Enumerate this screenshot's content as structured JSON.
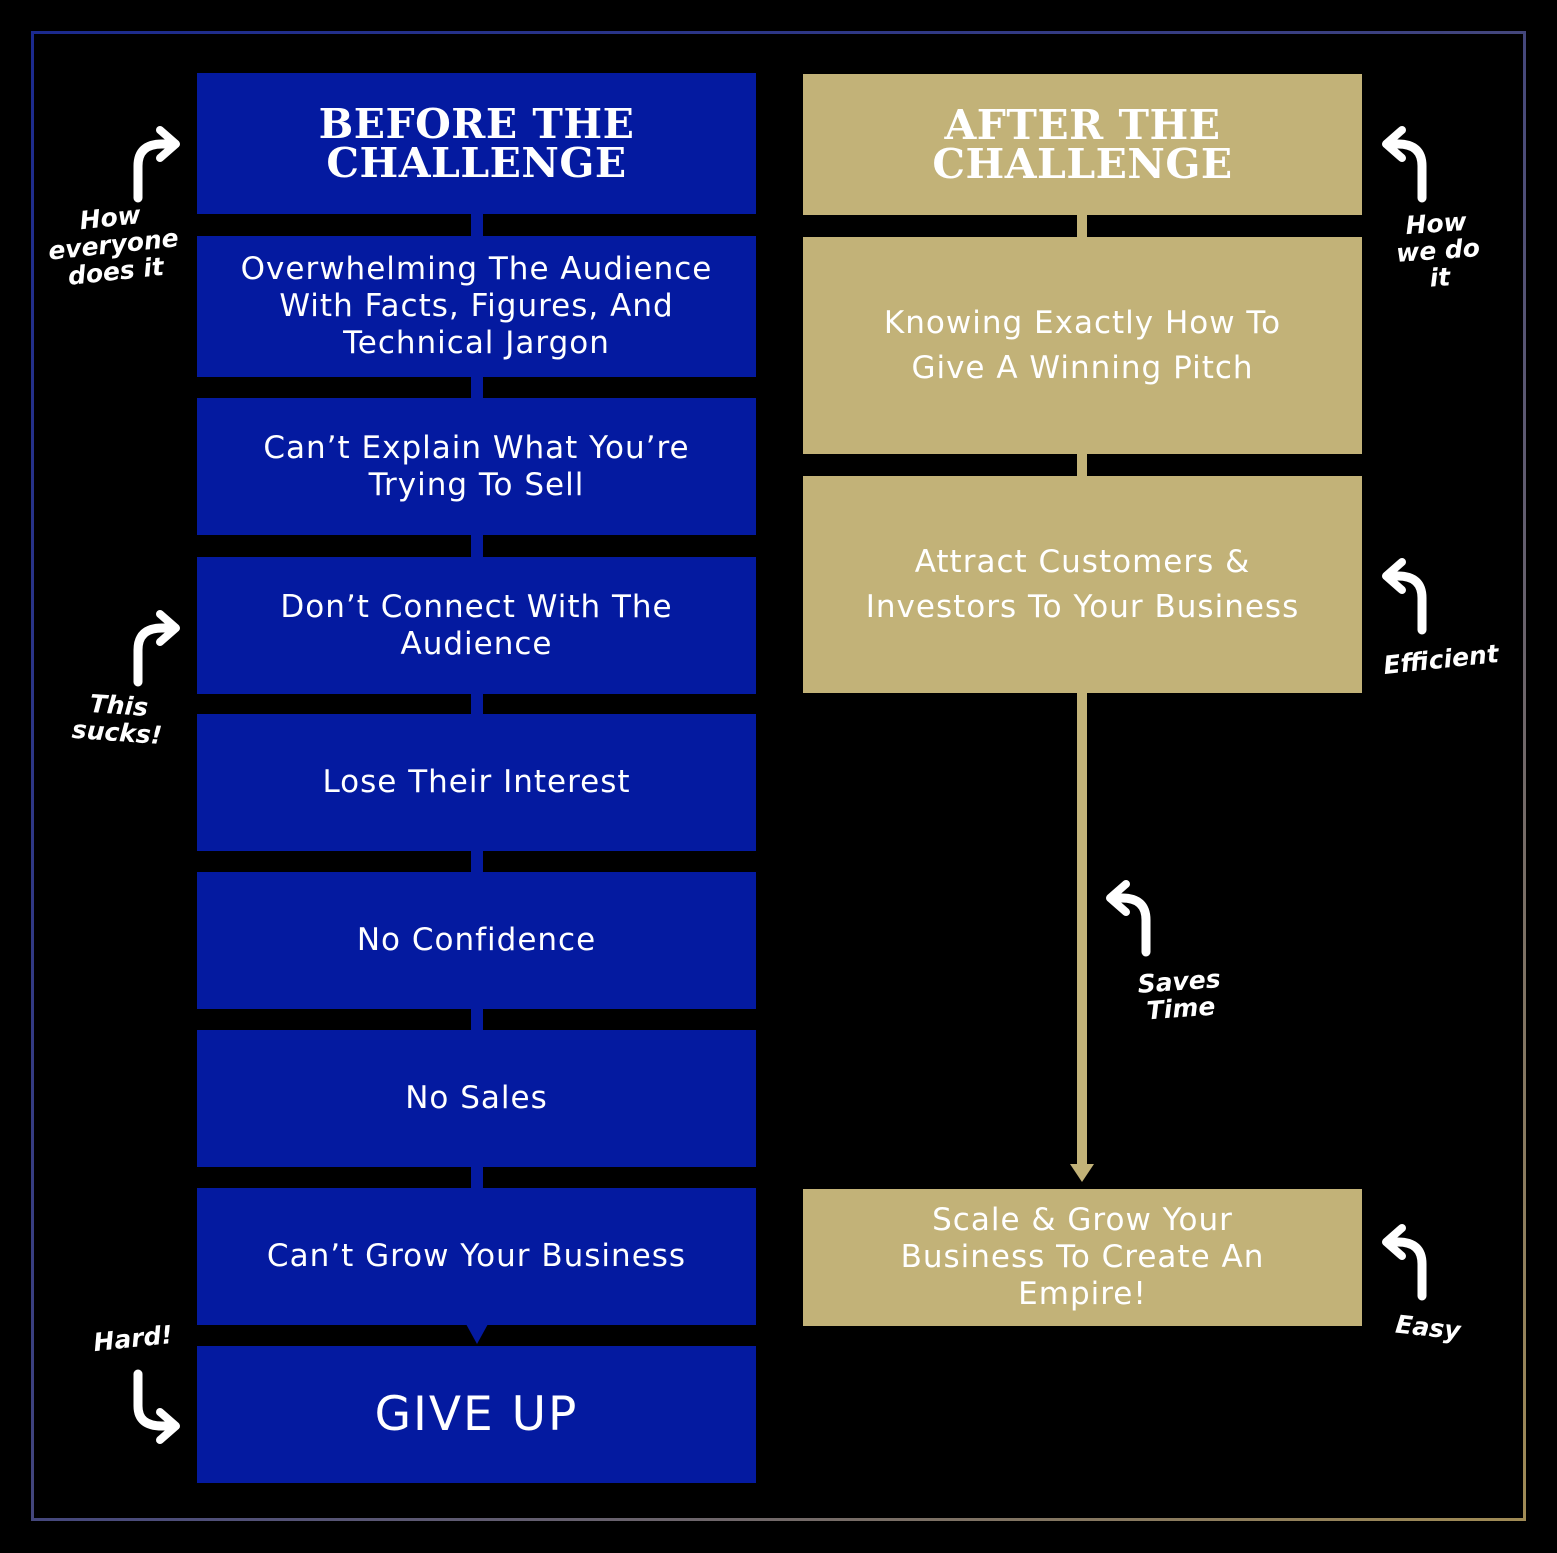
{
  "before": {
    "header": "BEFORE THE CHALLENGE",
    "steps": [
      "Overwhelming The Audience With Facts, Figures, And Technical Jargon",
      "Can’t Explain What You’re Trying To Sell",
      "Don’t Connect With The Audience",
      "Lose Their Interest",
      "No Confidence",
      "No Sales",
      "Can’t Grow Your Business"
    ],
    "final": "GIVE UP"
  },
  "after": {
    "header": "AFTER THE CHALLENGE",
    "steps": [
      "Knowing Exactly How To Give A Winning Pitch",
      "Attract Customers & Investors To Your Business",
      "Scale & Grow Your Business To Create An Empire!"
    ]
  },
  "notes": {
    "how_everyone": "How everyone does it",
    "this_sucks": "This sucks!",
    "hard": "Hard!",
    "how_we": "How we do it",
    "efficient": "Efficient",
    "saves_time": "Saves Time",
    "easy": "Easy"
  },
  "colors": {
    "blue": "#041aa0",
    "gold": "#c2b278",
    "background": "#000000"
  }
}
